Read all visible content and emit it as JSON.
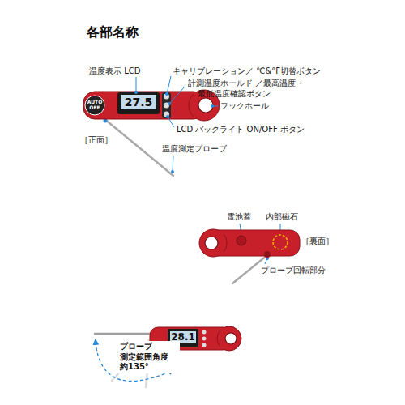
{
  "diagram": {
    "title": "各部名称",
    "labels": [
      "温度表示 LCD",
      "キャリブレーション／ ℃&°F切替ボタン",
      "計測温度ホールド ／最高温度・最低温度確認ボタン",
      "フックホール",
      "LCD バックライト ON/OFF ボタン",
      "［正面］",
      "温度測定プローブ",
      "電池蓋",
      "内部磁石",
      "［裏面］",
      "プローブ回転部分",
      "プローブ 測定範囲角度 約135°",
      "27.5",
      "AUTO OFF",
      "28.1"
    ]
  }
}
